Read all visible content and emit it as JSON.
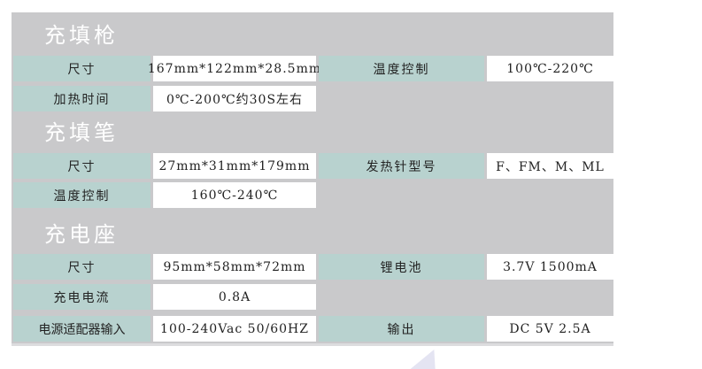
{
  "sections": [
    {
      "title": "充填枪",
      "rows": [
        {
          "label": "尺寸",
          "value": "167mm*122mm*28.5mm",
          "label2": "温度控制",
          "value2": "100℃-220℃"
        },
        {
          "label": "加热时间",
          "value": "0℃-200℃约30S左右"
        }
      ]
    },
    {
      "title": "充填笔",
      "rows": [
        {
          "label": "尺寸",
          "value": "27mm*31mm*179mm",
          "label2": "发热针型号",
          "value2": "F、FM、M、ML"
        },
        {
          "label": "温度控制",
          "value": "160℃-240℃"
        }
      ]
    },
    {
      "title": "充电座",
      "rows": [
        {
          "label": "尺寸",
          "value": "95mm*58mm*72mm",
          "label2": "锂电池",
          "value2": "3.7V 1500mA"
        },
        {
          "label": "充电电流",
          "value": "0.8A"
        },
        {
          "label": "电源适配器输入",
          "value": "100-240Vac 50/60HZ",
          "label2": "输出",
          "value2": "DC 5V 2.5A"
        }
      ]
    }
  ]
}
